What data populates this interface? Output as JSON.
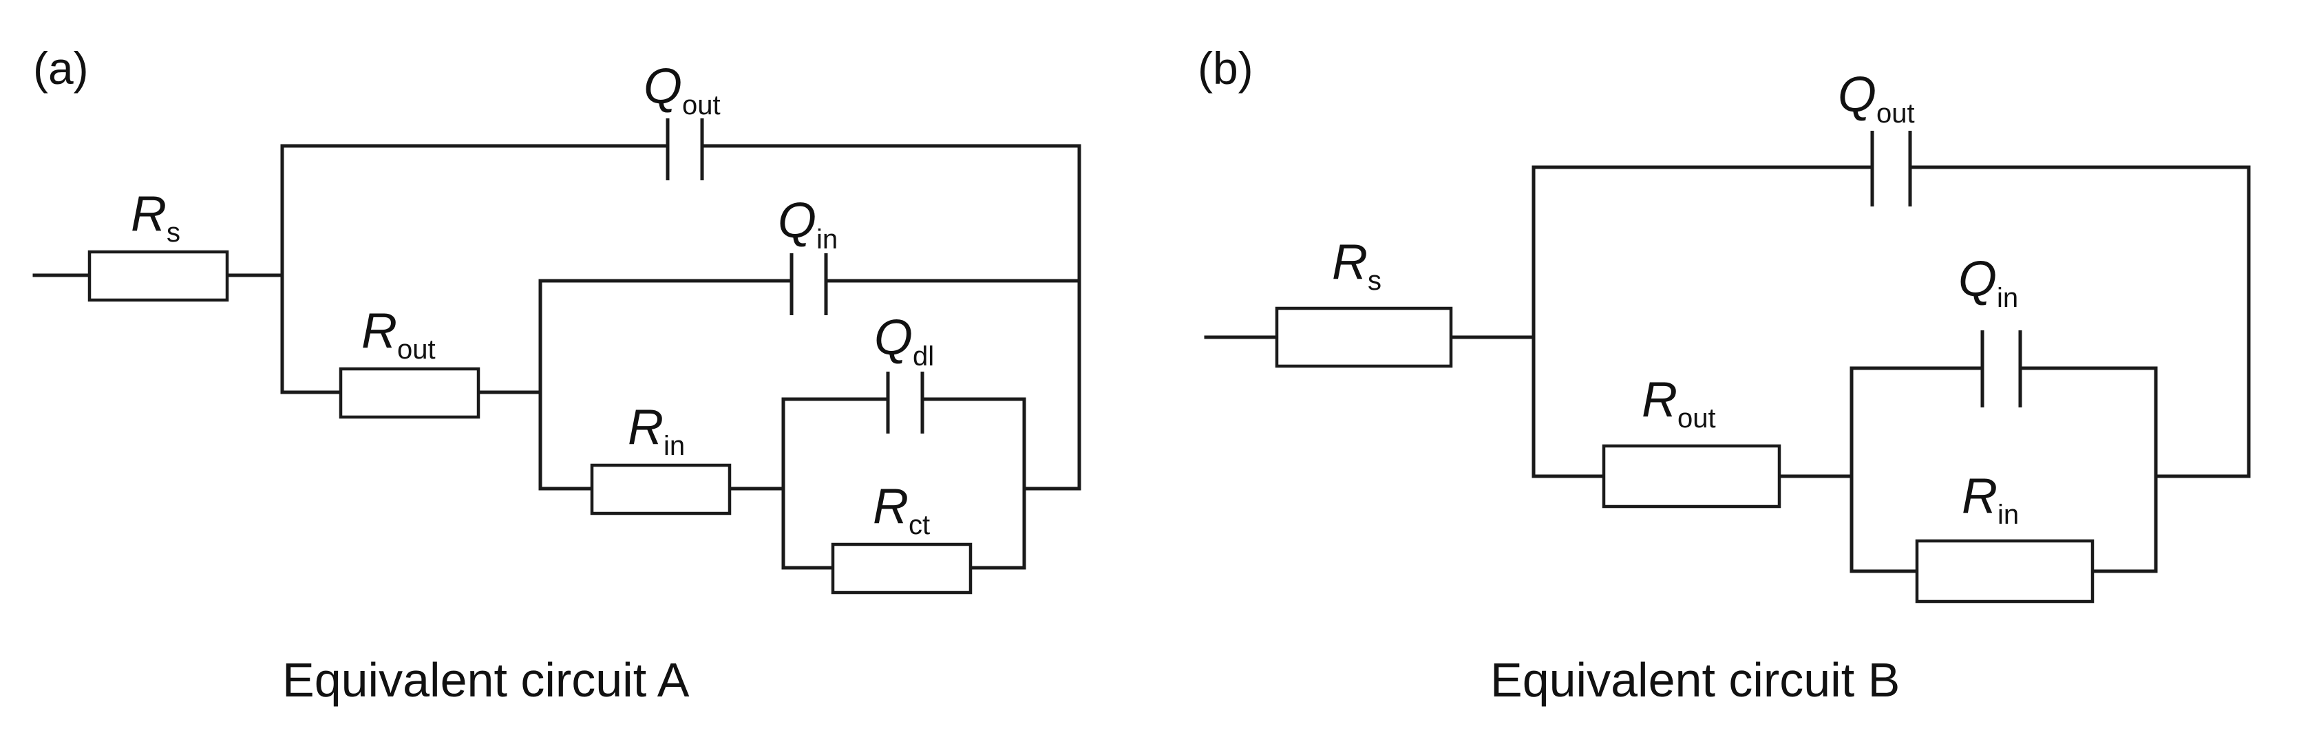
{
  "panels": {
    "a": {
      "tag": "(a)",
      "caption": "Equivalent circuit A",
      "labels": {
        "rs": {
          "sym": "R",
          "sub": "s"
        },
        "qout": {
          "sym": "Q",
          "sub": "out"
        },
        "qin": {
          "sym": "Q",
          "sub": "in"
        },
        "rout": {
          "sym": "R",
          "sub": "out"
        },
        "qdl": {
          "sym": "Q",
          "sub": "dl"
        },
        "rin": {
          "sym": "R",
          "sub": "in"
        },
        "rct": {
          "sym": "R",
          "sub": "ct"
        }
      }
    },
    "b": {
      "tag": "(b)",
      "caption": "Equivalent circuit B",
      "labels": {
        "rs": {
          "sym": "R",
          "sub": "s"
        },
        "qout": {
          "sym": "Q",
          "sub": "out"
        },
        "qin": {
          "sym": "Q",
          "sub": "in"
        },
        "rout": {
          "sym": "R",
          "sub": "out"
        },
        "rin": {
          "sym": "R",
          "sub": "in"
        }
      }
    }
  },
  "colors": {
    "line": "#1a1a1a",
    "text": "#111111",
    "background": "#ffffff"
  }
}
